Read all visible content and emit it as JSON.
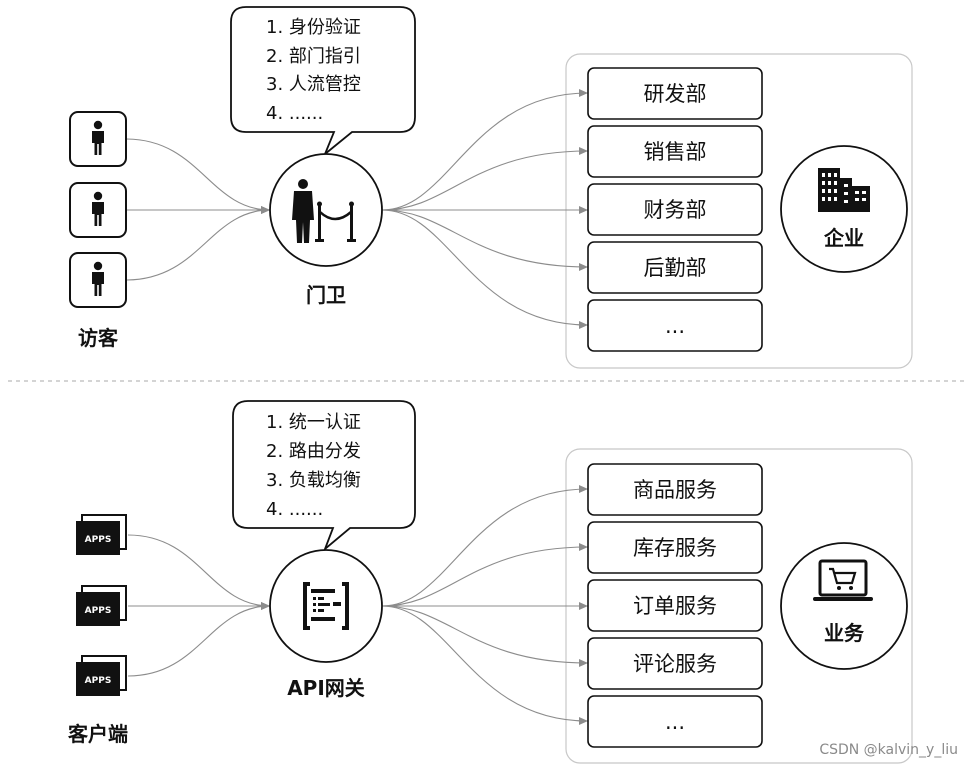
{
  "top": {
    "visitor_label": "访客",
    "guard_label": "门卫",
    "company_label": "企业",
    "bubble_items": [
      "1.  身份验证",
      "2.  部门指引",
      "3.  人流管控",
      "4.  ......"
    ],
    "departments": [
      "研发部",
      "销售部",
      "财务部",
      "后勤部",
      "..."
    ]
  },
  "bottom": {
    "client_label": "客户端",
    "gateway_label": "API网关",
    "business_label": "业务",
    "apps_text": "APPS",
    "bubble_items": [
      "1.  统一认证",
      "2.  路由分发",
      "3.  负载均衡",
      "4.  ......"
    ],
    "services": [
      "商品服务",
      "库存服务",
      "订单服务",
      "评论服务",
      "..."
    ]
  },
  "watermark": "CSDN @kalvin_y_liu",
  "colors": {
    "line": "#8c8c8c",
    "stroke": "#111111",
    "panel_border": "#c8c8c8"
  }
}
